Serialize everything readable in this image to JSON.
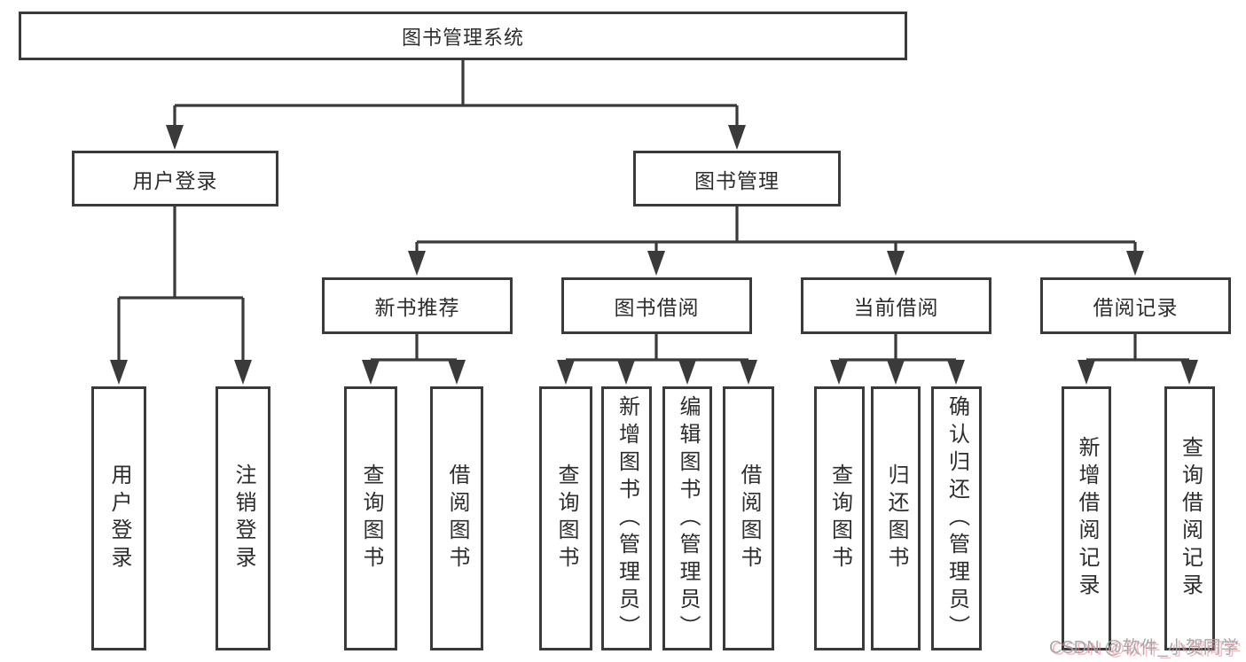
{
  "diagram": {
    "type": "tree",
    "root": "图书管理系统",
    "level2": [
      "用户登录",
      "图书管理"
    ],
    "level3": [
      "新书推荐",
      "图书借阅",
      "当前借阅",
      "借阅记录"
    ],
    "leaves": [
      "用户登录",
      "注销登录",
      "查询图书",
      "借阅图书",
      "查询图书",
      "新增图书（管理员）",
      "编辑图书（管理员）",
      "借阅图书",
      "查询图书",
      "归还图书",
      "确认归还（管理员）",
      "新增借阅记录",
      "查询借阅记录"
    ],
    "structure": {
      "图书管理系统": {
        "用户登录": [
          "用户登录",
          "注销登录"
        ],
        "图书管理": {
          "新书推荐": [
            "查询图书",
            "借阅图书"
          ],
          "图书借阅": [
            "查询图书",
            "新增图书（管理员）",
            "编辑图书（管理员）",
            "借阅图书"
          ],
          "当前借阅": [
            "查询图书",
            "归还图书",
            "确认归还（管理员）"
          ],
          "借阅记录": [
            "新增借阅记录",
            "查询借阅记录"
          ]
        }
      }
    },
    "colors": {
      "line": "#3a3a3a",
      "box_border": "#3a3a3a",
      "box_background": "#ffffff",
      "text": "#2d2d2d",
      "page_background": "#ffffff"
    }
  },
  "watermark": {
    "text": "CSDN @软件_小贺同学",
    "color": "#9ea0a3",
    "shadow_color": "#f4828c"
  }
}
